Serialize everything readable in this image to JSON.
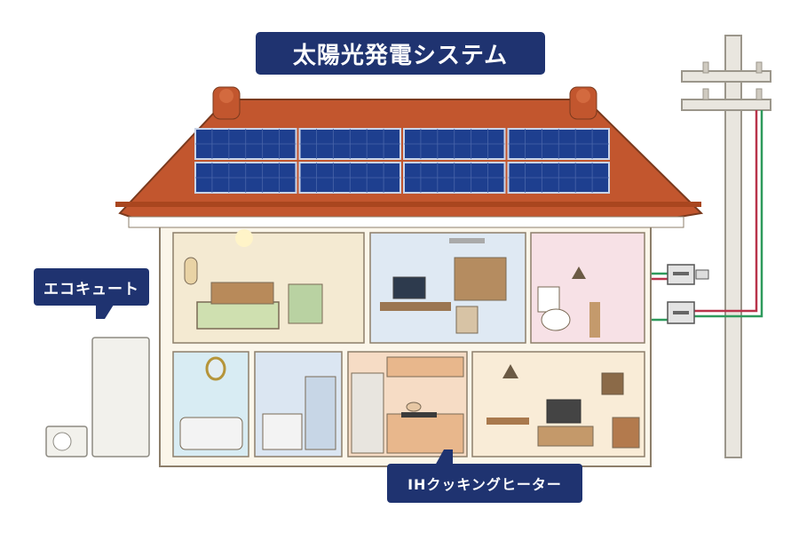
{
  "title": "太陽光発電システム",
  "labels": {
    "eco_cute": "エコキュート",
    "ih_heater": "IHクッキングヒーター"
  },
  "colors": {
    "label_bg": "#1f3370",
    "roof_tile": "#c2562e",
    "solar_panel": "#1e3f8f",
    "wire_red": "#b8334a",
    "wire_green": "#2e9a5c"
  },
  "panels": {
    "rows": 2,
    "cols": 4
  },
  "icons": {
    "shisa_left": "shisa-statue-icon",
    "shisa_right": "shisa-statue-icon"
  }
}
